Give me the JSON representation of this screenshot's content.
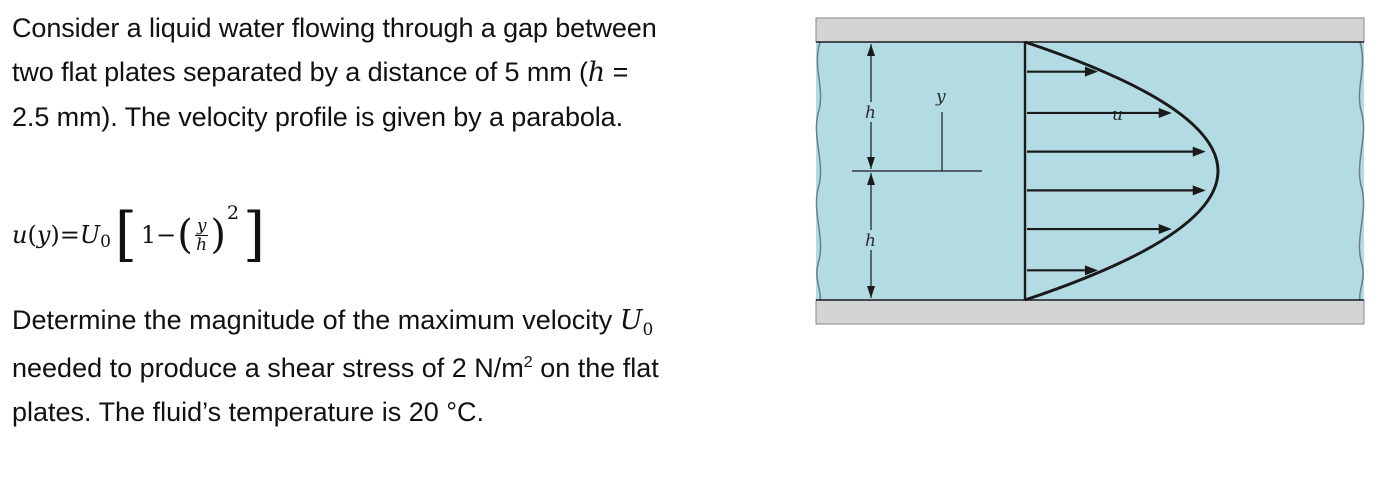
{
  "problem": {
    "intro_1": "Consider a liquid water flowing through a gap between two flat plates separated by a distance of 5 mm (",
    "h_symbol": "h",
    "intro_2": " = 2.5 mm).  The velocity profile is given by a parabola.",
    "equation": {
      "lhs": "u",
      "var": "y",
      "equals": " = ",
      "U": "U",
      "sub0": "0",
      "one": "1",
      "minus": " − ",
      "frac_num": "y",
      "frac_den": "h",
      "exponent": "2"
    },
    "determine_1": "Determine the magnitude of the maximum velocity ",
    "U0_symbol": "U",
    "U0_sub": "0",
    "determine_2": " needed to produce a shear stress of 2 N/m",
    "m_sup": "2",
    "determine_3": " on the flat plates.  The fluid’s temperature is 20 °C."
  },
  "diagram": {
    "label_h_top": "h",
    "label_h_bottom": "h",
    "label_y": "y",
    "label_u": "u",
    "colors": {
      "fluid": "#b3dbe3",
      "plate": "#d3d4d5",
      "line": "#1a1a1a"
    }
  }
}
